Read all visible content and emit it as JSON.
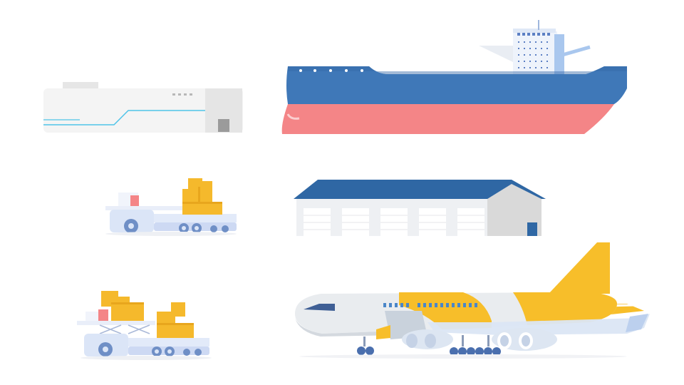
{
  "scene": {
    "background": "#ffffff",
    "illustrations": [
      {
        "id": "train-car",
        "icon": "train-car-icon"
      },
      {
        "id": "cargo-ship",
        "icon": "cargo-ship-icon"
      },
      {
        "id": "baggage-tractor",
        "icon": "baggage-tractor-icon"
      },
      {
        "id": "warehouse",
        "icon": "warehouse-icon"
      },
      {
        "id": "scissor-lift-loader",
        "icon": "scissor-lift-loader-icon"
      },
      {
        "id": "cargo-airplane",
        "icon": "cargo-airplane-icon"
      }
    ]
  },
  "colors": {
    "hull_blue": "#3f78b8",
    "hull_red": "#f48587",
    "roof_blue": "#2f67a4",
    "box_yellow": "#f5b92c",
    "box_yellow_dark": "#e09a14",
    "vehicle_blue": "#cfdcf5",
    "wheel_blue": "#6f8fc6",
    "train_white": "#f4f4f4",
    "train_stripe": "#4fc3e8",
    "plane_white": "#e9ecef",
    "plane_yellow": "#f7be2a",
    "window_blue": "#4a86c8"
  }
}
